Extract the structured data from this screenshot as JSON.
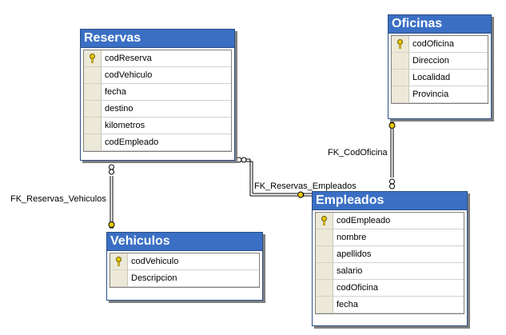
{
  "tables": {
    "reservas": {
      "title": "Reservas",
      "columns": [
        {
          "name": "codReserva",
          "pk": true
        },
        {
          "name": "codVehiculo",
          "pk": false
        },
        {
          "name": "fecha",
          "pk": false
        },
        {
          "name": "destino",
          "pk": false
        },
        {
          "name": "kilometros",
          "pk": false
        },
        {
          "name": "codEmpleado",
          "pk": false
        }
      ]
    },
    "oficinas": {
      "title": "Oficinas",
      "columns": [
        {
          "name": "codOficina",
          "pk": true
        },
        {
          "name": "Direccion",
          "pk": false
        },
        {
          "name": "Localidad",
          "pk": false
        },
        {
          "name": "Provincia",
          "pk": false
        }
      ]
    },
    "vehiculos": {
      "title": "Vehiculos",
      "columns": [
        {
          "name": "codVehiculo",
          "pk": true
        },
        {
          "name": "Descripcion",
          "pk": false
        }
      ]
    },
    "empleados": {
      "title": "Empleados",
      "columns": [
        {
          "name": "codEmpleado",
          "pk": true
        },
        {
          "name": "nombre",
          "pk": false
        },
        {
          "name": "apellidos",
          "pk": false
        },
        {
          "name": "salario",
          "pk": false
        },
        {
          "name": "codOficina",
          "pk": false
        },
        {
          "name": "fecha",
          "pk": false
        }
      ]
    }
  },
  "relationships": {
    "fk_reservas_vehiculos": "FK_Reservas_Vehiculos",
    "fk_reservas_empleados": "FK_Reservas_Empleados",
    "fk_codoficina": "FK_CodOficina"
  },
  "colors": {
    "title_bar": "#3a6fc4",
    "border": "#2b4f86",
    "key": "#d8c020"
  }
}
